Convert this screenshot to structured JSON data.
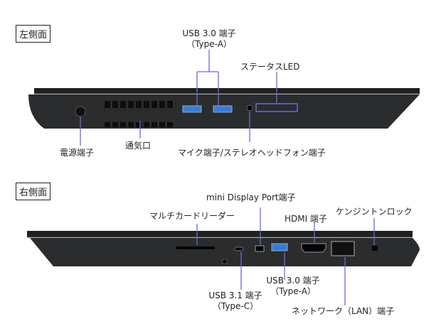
{
  "colors": {
    "leader": "#6b6bd6",
    "body": "#2a2c2e",
    "lid": "#1e2022",
    "usb_blue": "#2f7fe0"
  },
  "left": {
    "title": "左側面",
    "labels": {
      "usb30_line1": "USB 3.0 端子",
      "usb30_line2": "（Type-A）",
      "status_led": "ステータスLED",
      "power": "電源端子",
      "vent": "通気口",
      "audio": "マイク端子/ステレオヘッドフォン端子"
    }
  },
  "right": {
    "title": "右側面",
    "labels": {
      "mini_dp": "mini Display Port端子",
      "card_reader": "マルチカードリーダー",
      "hdmi": "HDMI 端子",
      "kensington": "ケンジントンロック",
      "usb30_line1": "USB 3.0 端子",
      "usb30_line2": "（Type-A）",
      "usb31_line1": "USB 3.1 端子",
      "usb31_line2": "（Type-C）",
      "lan": "ネットワーク（LAN）端子"
    }
  }
}
